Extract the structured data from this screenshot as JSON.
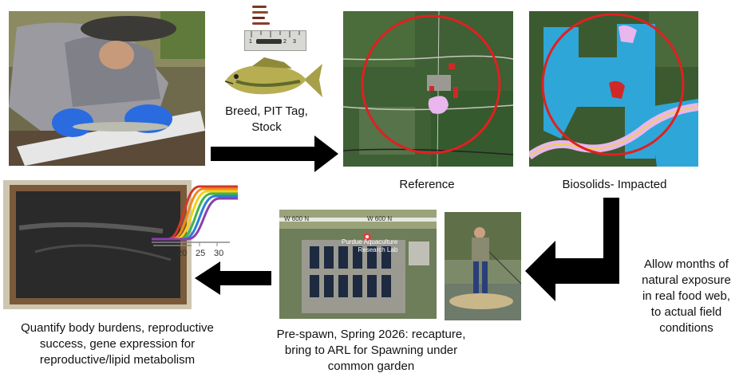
{
  "steps": {
    "breed": "Breed, PIT Tag,\nStock",
    "reference": "Reference",
    "biosolids": "Biosolids- Impacted",
    "exposure": "Allow months of\nnatural exposure\nin real food web,\nto actual field\nconditions",
    "recapture": "Pre-spawn, Spring 2026: recapture,\nbring to ARL for Spawning under\ncommon garden",
    "quantify": "Quantify body burdens, reproductive\nsuccess, gene expression for\nreproductive/lipid metabolism"
  },
  "map_labels": {
    "road_left": "W 600 N",
    "road_right": "W 600 N",
    "lab_name": "Purdue Aquaculture\nResearch Lab"
  },
  "ruler_ticks": [
    "1",
    "2",
    "3"
  ],
  "axis_ticks": [
    "20",
    "25",
    "30"
  ],
  "colors": {
    "arrow": "#000000",
    "map_water": "#2fa6d8",
    "map_circle": "#e02020",
    "map_pink": "#e9b6ee",
    "curves": [
      "#d03a2a",
      "#f28a1a",
      "#f2d21a",
      "#3fb34a",
      "#2c7fd6",
      "#8a3fb0"
    ]
  }
}
